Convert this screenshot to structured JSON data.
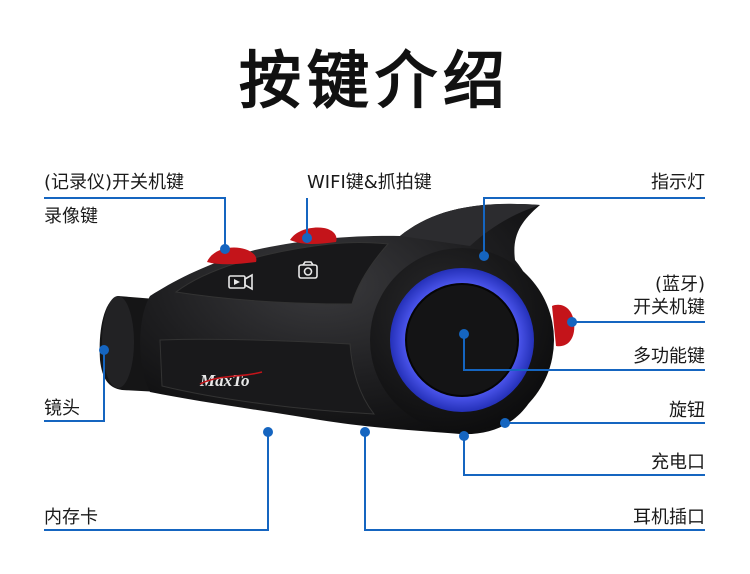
{
  "title": "按键介绍",
  "brand_logo_text": "MaxTo",
  "labels": {
    "record_power_line1": "(记录仪)开关机键",
    "record_video": "录像键",
    "wifi_snapshot": "WIFI键&抓拍键",
    "indicator": "指示灯",
    "bt_power_line1": "(蓝牙)",
    "bt_power_line2": "开关机键",
    "multifunction": "多功能键",
    "lens": "镜头",
    "knob": "旋钮",
    "charge_port": "充电口",
    "memory_card": "内存卡",
    "earphone_jack": "耳机插口"
  },
  "colors": {
    "callout": "#1565c0",
    "ring": "#3f49e8",
    "button_red": "#c4141a",
    "body": "#1b1b1d"
  },
  "icons": [
    "video-camera-icon",
    "camera-icon"
  ]
}
